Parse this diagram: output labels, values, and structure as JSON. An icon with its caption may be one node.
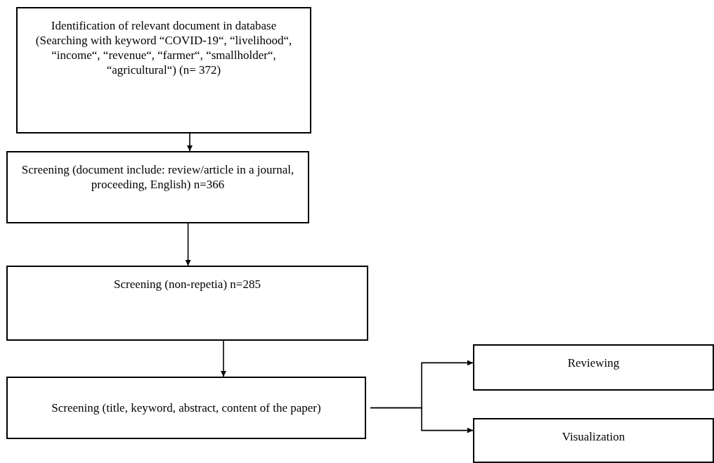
{
  "diagram": {
    "nodes": [
      {
        "text": [
          "Identification of relevant document in database (Searching with keyword “COVID-19“, “livelihood“, “income“, “revenue“, “farmer“, “smallholder“, “agricultural“) (n= 372)"
        ]
      },
      {
        "text": [
          "Screening (document include: review/article in a journal, proceeding, English) n=366"
        ]
      },
      {
        "text": [
          "Screening (non-repetia) n=285"
        ]
      },
      {
        "text": [
          "Screening (title, keyword, abstract, content of the paper)"
        ]
      },
      {
        "text": [
          "Reviewing"
        ]
      },
      {
        "text": [
          "Visualization"
        ]
      }
    ],
    "edges": [
      {
        "from": 0,
        "to": 1,
        "arrow": "to"
      },
      {
        "from": 1,
        "to": 2,
        "arrow": "to"
      },
      {
        "from": 2,
        "to": 3,
        "arrow": "to"
      },
      {
        "from": 3,
        "to": 4,
        "arrow": "to"
      },
      {
        "from": 3,
        "to": 5,
        "arrow": "to"
      }
    ]
  }
}
